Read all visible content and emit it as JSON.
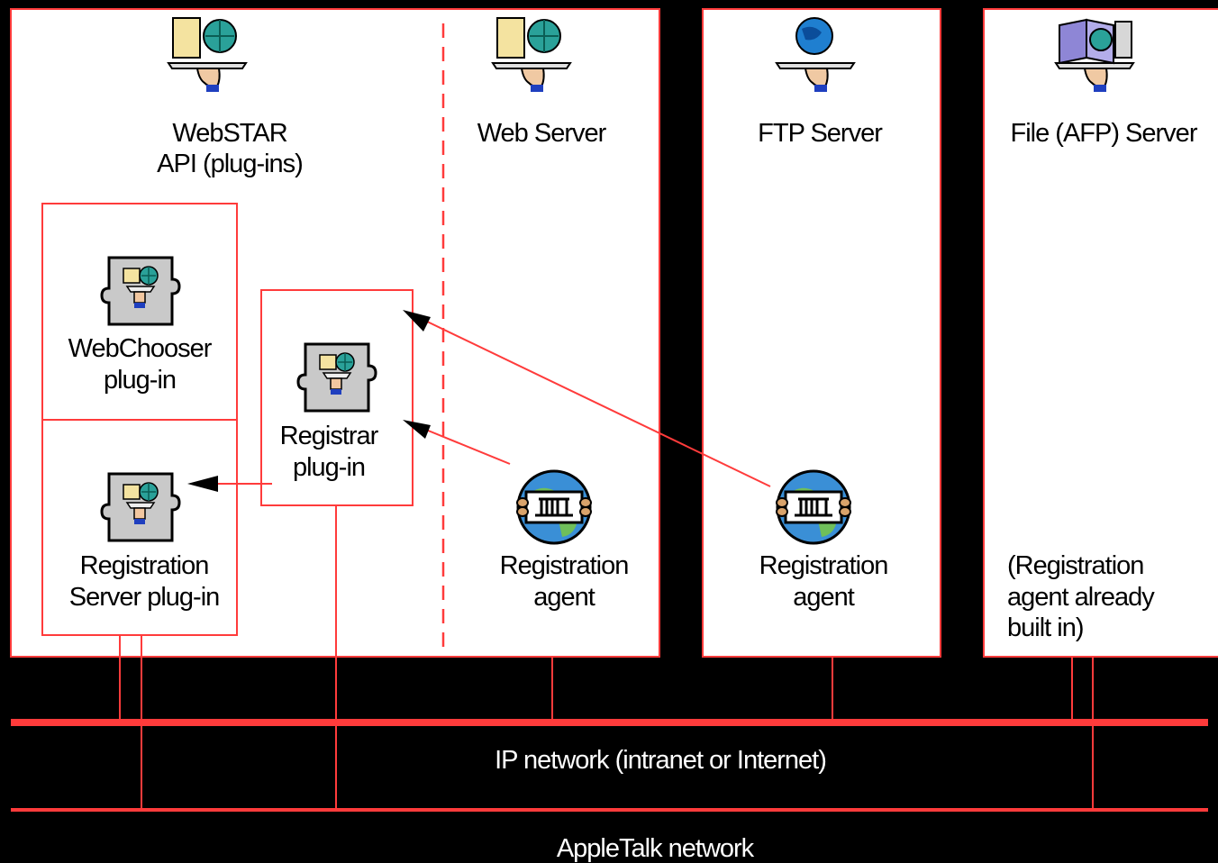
{
  "diagram": {
    "panels": {
      "webstar_api": {
        "title_line1": "WebSTAR",
        "title_line2": "API (plug-ins)",
        "icon": "waiter-tray-scroll-globe-icon"
      },
      "web_server": {
        "title": "Web Server",
        "icon": "waiter-tray-scroll-globe-icon"
      },
      "ftp_server": {
        "title": "FTP Server",
        "icon": "waiter-tray-globe-icon"
      },
      "afp_server": {
        "title": "File (AFP) Server",
        "icon": "waiter-tray-books-icon"
      }
    },
    "plugins": {
      "webchooser": {
        "label_line1": "WebChooser",
        "label_line2": "plug-in",
        "icon": "puzzle-plugin-icon"
      },
      "registrar": {
        "label_line1": "Registrar",
        "label_line2": "plug-in",
        "icon": "puzzle-plugin-icon"
      },
      "registration_server": {
        "label_line1": "Registration",
        "label_line2": "Server plug-in",
        "icon": "puzzle-plugin-icon"
      }
    },
    "agents": {
      "web": {
        "label_line1": "Registration",
        "label_line2": "agent",
        "icon": "globe-sign-agent-icon"
      },
      "ftp": {
        "label_line1": "Registration",
        "label_line2": "agent",
        "icon": "globe-sign-agent-icon"
      },
      "afp_note": {
        "line1": "(Registration",
        "line2": "agent already",
        "line3": "built in)"
      }
    },
    "networks": {
      "ip": "IP network (intranet or Internet)",
      "appletalk": "AppleTalk network"
    },
    "colors": {
      "background": "#000000",
      "panel_fill": "#ffffff",
      "line": "#ff3b3b",
      "text": "#000000",
      "network_text": "#ffffff",
      "arrowhead": "#000000"
    }
  }
}
